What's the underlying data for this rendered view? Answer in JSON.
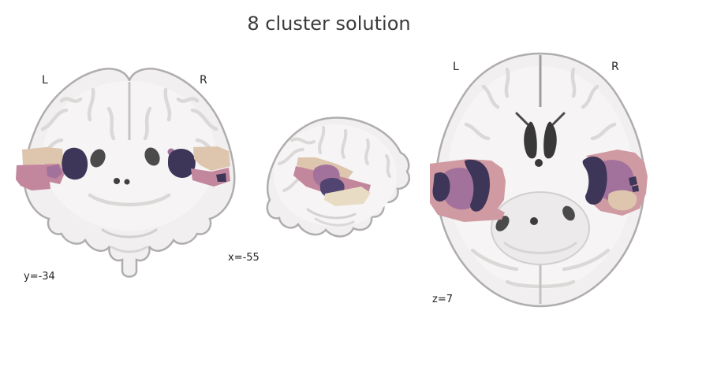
{
  "title": "8 cluster solution",
  "views": {
    "coronal": {
      "left_label": "L",
      "right_label": "R",
      "coord_label": "y=-34"
    },
    "sagittal": {
      "coord_label": "x=-55"
    },
    "axial": {
      "left_label": "L",
      "right_label": "R",
      "coord_label": "z=7"
    }
  },
  "colors": {
    "background": "#ffffff",
    "title_text": "#3a3a3a",
    "label_text": "#262626",
    "brain_fill": "#f1efef",
    "brain_edge": "#b0adad",
    "deep_structure": "#4b4b4b",
    "ventricle": "#383838",
    "cluster_dark_purple": "#3e3659",
    "cluster_violet": "#514470",
    "cluster_mauve": "#a3729c",
    "cluster_rose": "#c2879d",
    "cluster_salmon": "#d09aa2",
    "cluster_beige": "#ddc5ae",
    "cluster_cream": "#e8dcc4"
  },
  "chart_data": {
    "type": "brain_roi_map",
    "title": "8 cluster solution",
    "n_clusters": 8,
    "display_mode": "ortho",
    "views": [
      {
        "plane": "coronal",
        "slice_label": "y=-34",
        "slice_coordinate": -34,
        "orientation_labels": [
          "L",
          "R"
        ]
      },
      {
        "plane": "sagittal",
        "slice_label": "x=-55",
        "slice_coordinate": -55
      },
      {
        "plane": "axial",
        "slice_label": "z=7",
        "slice_coordinate": 7,
        "orientation_labels": [
          "L",
          "R"
        ]
      }
    ],
    "clusters_visible": [
      {
        "name": "dark-purple",
        "color": "#3e3659",
        "location": "bilateral medial temporal / insular border"
      },
      {
        "name": "violet",
        "color": "#514470",
        "location": "left mid superior temporal (sagittal)"
      },
      {
        "name": "mauve",
        "color": "#a3729c",
        "location": "bilateral mid temporal core"
      },
      {
        "name": "rose",
        "color": "#c2879d",
        "location": "bilateral inferior lateral temporal band"
      },
      {
        "name": "salmon",
        "color": "#d09aa2",
        "location": "bilateral lateral temporal ring (axial)"
      },
      {
        "name": "beige",
        "color": "#ddc5ae",
        "location": "bilateral superior temporal band"
      },
      {
        "name": "cream",
        "color": "#e8dcc4",
        "location": "inferior temporal band (sagittal)"
      }
    ]
  }
}
